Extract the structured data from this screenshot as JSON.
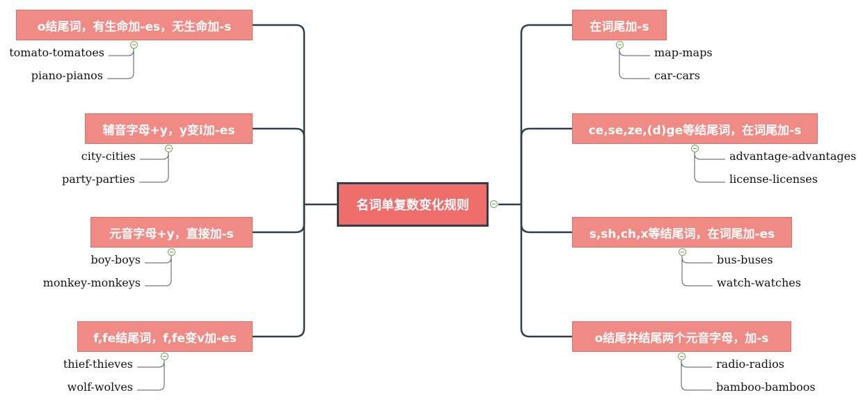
{
  "center": {
    "label": "名词单复数变化规则"
  },
  "left_branches": [
    {
      "label": "o结尾词，有生命加-es，无生命加-s",
      "examples": [
        "tomato-tomatoes",
        "piano-pianos"
      ]
    },
    {
      "label": "辅音字母+y，y变i加-es",
      "examples": [
        "city-cities",
        "party-parties"
      ]
    },
    {
      "label": "元音字母+y，直接加-s",
      "examples": [
        "boy-boys",
        "monkey-monkeys"
      ]
    },
    {
      "label": "f,fe结尾词，f,fe变v加-es",
      "examples": [
        "thief-thieves",
        "wolf-wolves"
      ]
    }
  ],
  "right_branches": [
    {
      "label": "在词尾加-s",
      "examples": [
        "map-maps",
        "car-cars"
      ]
    },
    {
      "label": "ce,se,ze,(d)ge等结尾词，在词尾加-s",
      "examples": [
        "advantage-advantages",
        "license-licenses"
      ]
    },
    {
      "label": "s,sh,ch,x等结尾词，在词尾加-es",
      "examples": [
        "bus-buses",
        "watch-watches"
      ]
    },
    {
      "label": "o结尾并结尾两个元音字母，加-s",
      "examples": [
        "radio-radios",
        "bamboo-bamboos"
      ]
    }
  ],
  "colors": {
    "node_fill": "#f08a84",
    "center_fill": "#ee6e6c",
    "center_border": "#2f3e4e",
    "connector": "#2f3e4e",
    "leaf_line": "#555555",
    "toggle": "#6aa84f"
  },
  "icons": {
    "collapse": "minus-circle-icon"
  }
}
